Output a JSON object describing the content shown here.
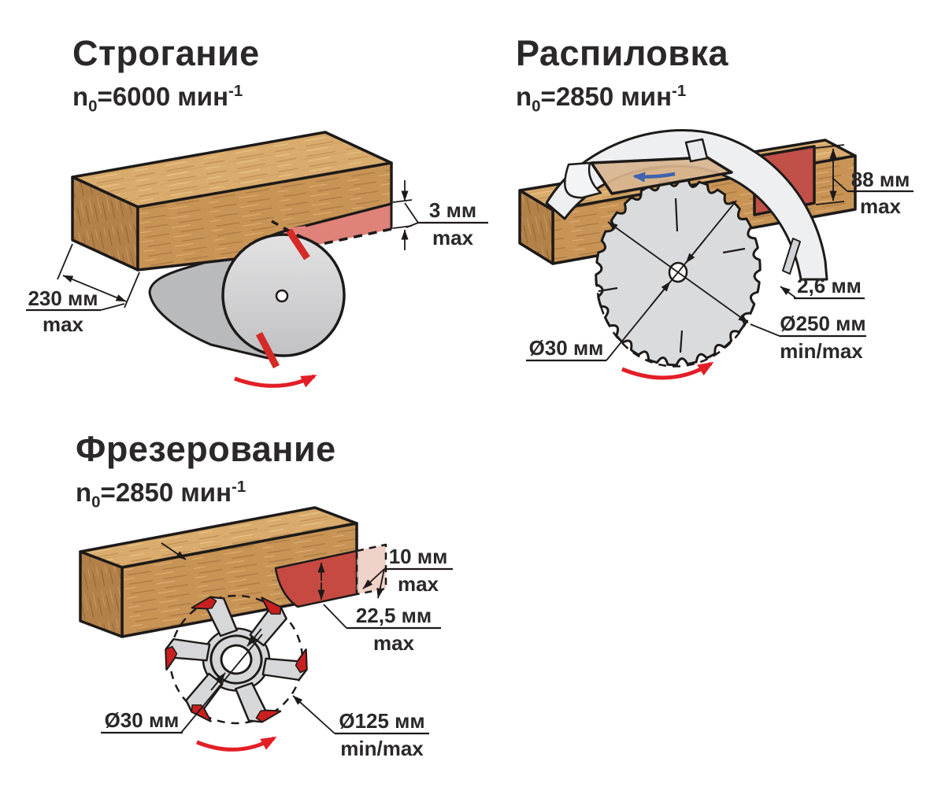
{
  "page": {
    "background": "#ffffff"
  },
  "colors": {
    "outline": "#1d1a19",
    "text": "#2a2828",
    "wood_top": "#d9ac6e",
    "wood_front": "#c89456",
    "wood_side": "#b28049",
    "cut_face_red": "#c64a41",
    "chip_layer_red": "#df8279",
    "pale_cut_red": "#eac3b6",
    "metal_gray": "#d6d7d8",
    "drum_gray": "#cfcfd0",
    "guard_gray": "#edeff0",
    "rotation_arrow_red": "#e31e26",
    "feed_arrow_blue": "#3f63ac"
  },
  "icons": {
    "rotation_arrow": "curved-red-arrow",
    "feed_arrow": "blue-left-arrow"
  },
  "sections": {
    "planing": {
      "title": "Строгание",
      "speed": {
        "base": "n",
        "sub": "0",
        "rest": "=6000 мин",
        "sup": "-1"
      },
      "dims": {
        "depth_value": "3 мм",
        "depth_qualifier": "max",
        "width_value": "230 мм",
        "width_qualifier": "max"
      }
    },
    "sawing": {
      "title": "Распиловка",
      "speed": {
        "base": "n",
        "sub": "0",
        "rest": "=2850 мин",
        "sup": "-1"
      },
      "dims": {
        "height_value": "88 мм",
        "height_qualifier": "max",
        "kerf_value": "2,6 мм",
        "blade_value": "Ø250 мм",
        "blade_qualifier": "min/max",
        "bore_value": "Ø30 мм"
      }
    },
    "milling": {
      "title": "Фрезерование",
      "speed": {
        "base": "n",
        "sub": "0",
        "rest": "=2850 мин",
        "sup": "-1"
      },
      "dims": {
        "depth_value": "10 мм",
        "depth_qualifier": "max",
        "groove_value": "22,5 мм",
        "groove_qualifier": "max",
        "bore_value": "Ø30 мм",
        "cutter_value": "Ø125 мм",
        "cutter_qualifier": "min/max"
      }
    }
  }
}
